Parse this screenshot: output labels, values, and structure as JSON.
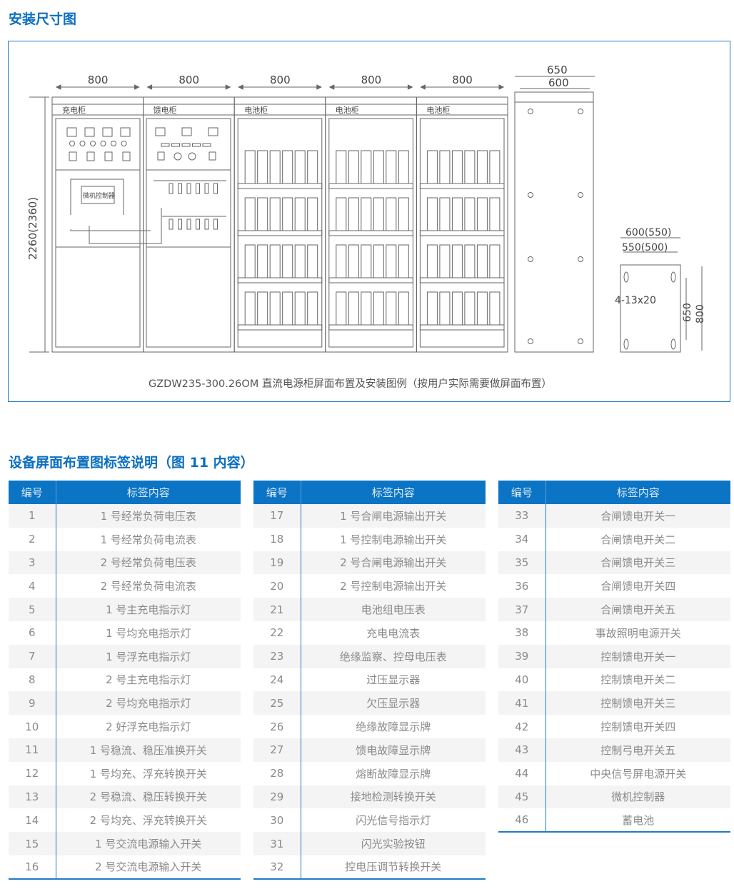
{
  "section1_title": "安装尺寸图",
  "diagram": {
    "widths": [
      "800",
      "800",
      "800",
      "800",
      "800"
    ],
    "cabinets": [
      "充电柜",
      "馈电柜",
      "电池柜",
      "电池柜",
      "电池柜"
    ],
    "height_label": "2260(2360)",
    "side_w1": "650",
    "side_w2": "600",
    "base_w1": "600(550)",
    "base_w2": "550(500)",
    "base_hole": "4-13x20",
    "base_h1": "650",
    "base_h2": "800",
    "controller": "微机控制器",
    "caption": "GZDW235-300.26OM 直流电源柜屏面布置及安装图例（按用户实际需要做屏面布置）"
  },
  "section2_title": "设备屏面布置图标签说明（图 11 内容）",
  "table_headers": {
    "num": "编号",
    "content": "标签内容"
  },
  "tables": [
    [
      [
        "1",
        "1 号经常负荷电压表"
      ],
      [
        "2",
        "1 号经常负荷电流表"
      ],
      [
        "3",
        "2 号经常负荷电压表"
      ],
      [
        "4",
        "2 号经常负荷电流表"
      ],
      [
        "5",
        "1 号主充电指示灯"
      ],
      [
        "6",
        "1 号均充电指示灯"
      ],
      [
        "7",
        "1 号浮充电指示灯"
      ],
      [
        "8",
        "2 号主充电指示灯"
      ],
      [
        "9",
        "2 号均充电指示灯"
      ],
      [
        "10",
        "2 好浮充电指示灯"
      ],
      [
        "11",
        "1 号稳流、稳压准换开关"
      ],
      [
        "12",
        "1 号均充、浮充转换开关"
      ],
      [
        "13",
        "2 号稳流、稳压转换开关"
      ],
      [
        "14",
        "2 号均充、浮充转换开关"
      ],
      [
        "15",
        "1 号交流电源输入开关"
      ],
      [
        "16",
        "2 号交流电源输入开关"
      ]
    ],
    [
      [
        "17",
        "1 号合闸电源输出开关"
      ],
      [
        "18",
        "1 号控制电源输出开关"
      ],
      [
        "19",
        "2 号合闸电源输出开关"
      ],
      [
        "20",
        "2 号控制电源输出开关"
      ],
      [
        "21",
        "电池组电压表"
      ],
      [
        "22",
        "充电电流表"
      ],
      [
        "23",
        "绝缘监察、控母电压表"
      ],
      [
        "24",
        "过压显示器"
      ],
      [
        "25",
        "欠压显示器"
      ],
      [
        "26",
        "绝缘故障显示牌"
      ],
      [
        "27",
        "馈电故障显示牌"
      ],
      [
        "28",
        "熔断故障显示牌"
      ],
      [
        "29",
        "接地检测转换开关"
      ],
      [
        "30",
        "闪光信号指示灯"
      ],
      [
        "31",
        "闪光实验按钮"
      ],
      [
        "32",
        "控电压调节转换开关"
      ]
    ],
    [
      [
        "33",
        "合闸馈电开关一"
      ],
      [
        "34",
        "合闸馈电开关二"
      ],
      [
        "35",
        "合闸馈电开关三"
      ],
      [
        "36",
        "合闸馈电开关四"
      ],
      [
        "37",
        "合闸馈电开关五"
      ],
      [
        "38",
        "事故照明电源开关"
      ],
      [
        "39",
        "控制馈电开关一"
      ],
      [
        "40",
        "控制馈电开关二"
      ],
      [
        "41",
        "控制馈电开关三"
      ],
      [
        "42",
        "控制馈电开关四"
      ],
      [
        "43",
        "控制弓电开关五"
      ],
      [
        "44",
        "中央信号屏电源开关"
      ],
      [
        "45",
        "微机控制器"
      ],
      [
        "46",
        "蓄电池"
      ]
    ]
  ]
}
